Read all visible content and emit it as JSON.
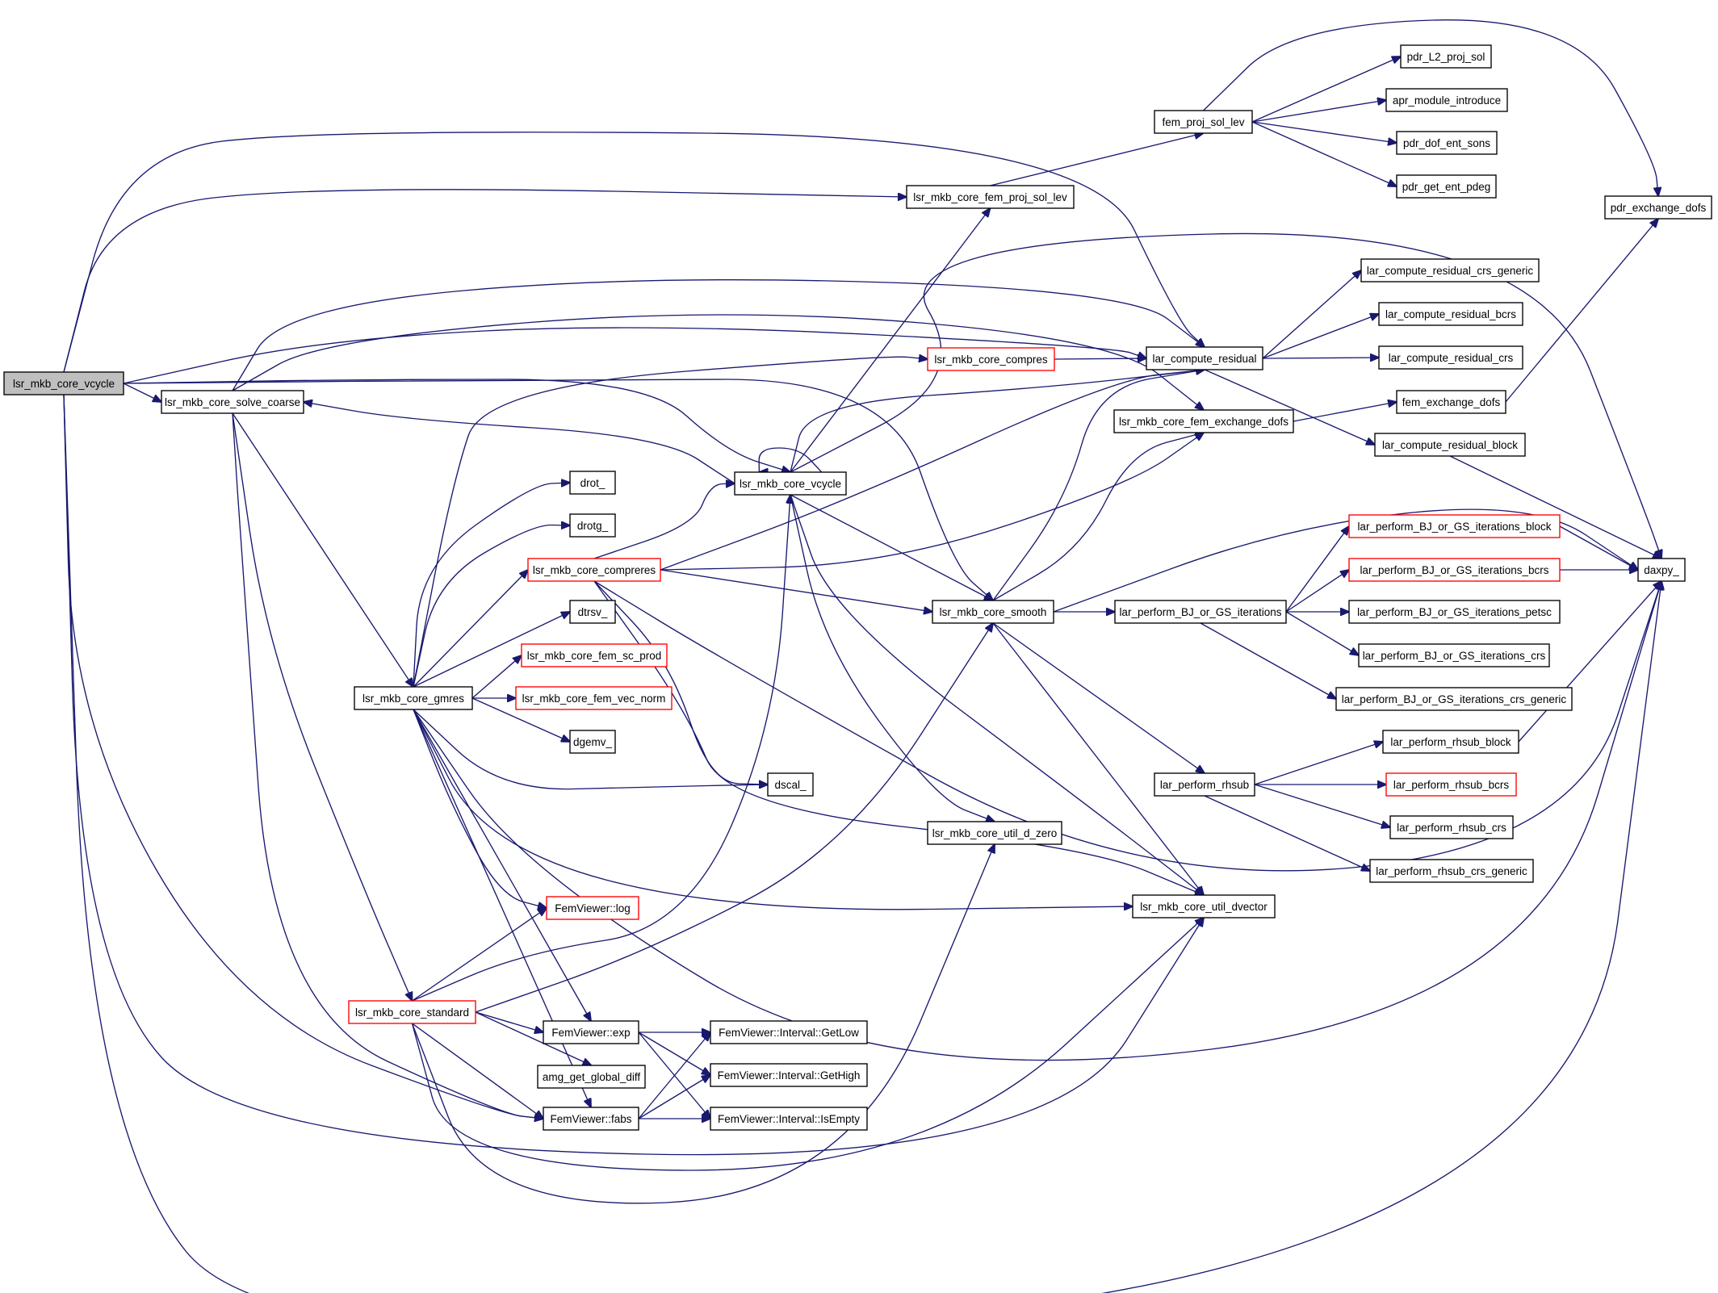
{
  "colors": {
    "edge": "#191970",
    "node_border": "#000000",
    "truncated_border": "#ff0000",
    "root_fill": "#bfbfbf",
    "background": "#ffffff"
  },
  "nodes": [
    {
      "id": "root",
      "label": "lsr_mkb_core_vcycle",
      "style": "root"
    },
    {
      "id": "solve_coarse",
      "label": "lsr_mkb_core_solve_coarse"
    },
    {
      "id": "fem_proj_sol_lev_w",
      "label": "lsr_mkb_core_fem_proj_sol_lev"
    },
    {
      "id": "fem_proj_sol_lev",
      "label": "fem_proj_sol_lev"
    },
    {
      "id": "pdr_L2_proj_sol",
      "label": "pdr_L2_proj_sol"
    },
    {
      "id": "apr_module_introduce",
      "label": "apr_module_introduce"
    },
    {
      "id": "pdr_dof_ent_sons",
      "label": "pdr_dof_ent_sons"
    },
    {
      "id": "pdr_get_ent_pdeg",
      "label": "pdr_get_ent_pdeg"
    },
    {
      "id": "pdr_exchange_dofs",
      "label": "pdr_exchange_dofs"
    },
    {
      "id": "lar_compute_residual_crs_generic",
      "label": "lar_compute_residual_crs_generic"
    },
    {
      "id": "lar_compute_residual_bcrs",
      "label": "lar_compute_residual_bcrs"
    },
    {
      "id": "lar_compute_residual_crs",
      "label": "lar_compute_residual_crs"
    },
    {
      "id": "lar_compute_residual",
      "label": "lar_compute_residual"
    },
    {
      "id": "compres",
      "label": "lsr_mkb_core_compres",
      "style": "truncated"
    },
    {
      "id": "fem_exchange_dofs_w",
      "label": "lsr_mkb_core_fem_exchange_dofs"
    },
    {
      "id": "fem_exchange_dofs",
      "label": "fem_exchange_dofs"
    },
    {
      "id": "lar_compute_residual_block",
      "label": "lar_compute_residual_block"
    },
    {
      "id": "vcycle",
      "label": "lsr_mkb_core_vcycle"
    },
    {
      "id": "drot",
      "label": "drot_"
    },
    {
      "id": "drotg",
      "label": "drotg_"
    },
    {
      "id": "compreres",
      "label": "lsr_mkb_core_compreres",
      "style": "truncated"
    },
    {
      "id": "dtrsv",
      "label": "dtrsv_"
    },
    {
      "id": "fem_sc_prod",
      "label": "lsr_mkb_core_fem_sc_prod",
      "style": "truncated"
    },
    {
      "id": "gmres",
      "label": "lsr_mkb_core_gmres"
    },
    {
      "id": "fem_vec_norm",
      "label": "lsr_mkb_core_fem_vec_norm",
      "style": "truncated"
    },
    {
      "id": "dgemv",
      "label": "dgemv_"
    },
    {
      "id": "dscal",
      "label": "dscal_"
    },
    {
      "id": "smooth",
      "label": "lsr_mkb_core_smooth"
    },
    {
      "id": "bj_gs",
      "label": "lar_perform_BJ_or_GS_iterations"
    },
    {
      "id": "bj_gs_block",
      "label": "lar_perform_BJ_or_GS_iterations_block",
      "style": "truncated"
    },
    {
      "id": "bj_gs_bcrs",
      "label": "lar_perform_BJ_or_GS_iterations_bcrs",
      "style": "truncated"
    },
    {
      "id": "bj_gs_petsc",
      "label": "lar_perform_BJ_or_GS_iterations_petsc"
    },
    {
      "id": "bj_gs_crs",
      "label": "lar_perform_BJ_or_GS_iterations_crs"
    },
    {
      "id": "bj_gs_crs_generic",
      "label": "lar_perform_BJ_or_GS_iterations_crs_generic"
    },
    {
      "id": "daxpy",
      "label": "daxpy_"
    },
    {
      "id": "rhsub",
      "label": "lar_perform_rhsub"
    },
    {
      "id": "rhsub_block",
      "label": "lar_perform_rhsub_block"
    },
    {
      "id": "rhsub_bcrs",
      "label": "lar_perform_rhsub_bcrs",
      "style": "truncated"
    },
    {
      "id": "rhsub_crs",
      "label": "lar_perform_rhsub_crs"
    },
    {
      "id": "rhsub_crs_generic",
      "label": "lar_perform_rhsub_crs_generic"
    },
    {
      "id": "d_zero",
      "label": "lsr_mkb_core_util_d_zero"
    },
    {
      "id": "dvector",
      "label": "lsr_mkb_core_util_dvector"
    },
    {
      "id": "log",
      "label": "FemViewer::log",
      "style": "truncated"
    },
    {
      "id": "standard",
      "label": "lsr_mkb_core_standard",
      "style": "truncated"
    },
    {
      "id": "exp",
      "label": "FemViewer::exp"
    },
    {
      "id": "amg_diff",
      "label": "amg_get_global_diff"
    },
    {
      "id": "fabs",
      "label": "FemViewer::fabs"
    },
    {
      "id": "getlow",
      "label": "FemViewer::Interval::GetLow"
    },
    {
      "id": "gethigh",
      "label": "FemViewer::Interval::GetHigh"
    },
    {
      "id": "isempty",
      "label": "FemViewer::Interval::IsEmpty"
    }
  ]
}
